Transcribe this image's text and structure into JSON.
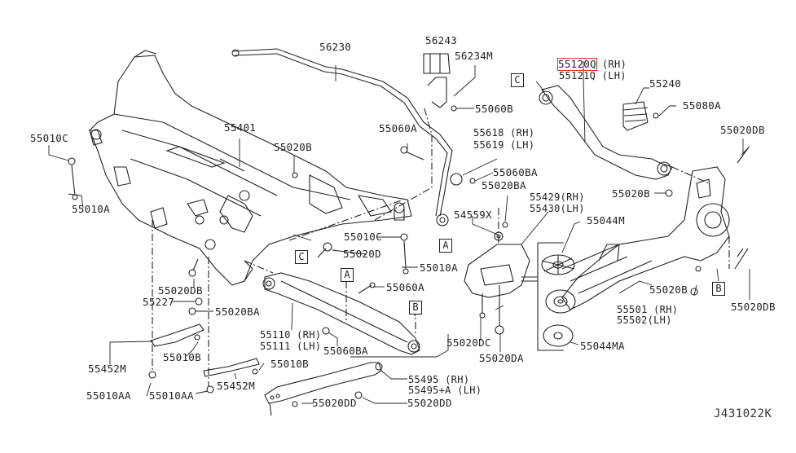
{
  "diagram": {
    "title": "Rear suspension parts diagram",
    "reference_code": "J431022K",
    "highlight_color": "#e03030",
    "line_color": "#222222",
    "callout_boxes": [
      {
        "id": "C-top",
        "letter": "C"
      },
      {
        "id": "A-mid",
        "letter": "A"
      },
      {
        "id": "C-mid",
        "letter": "C"
      },
      {
        "id": "A-low",
        "letter": "A"
      },
      {
        "id": "B-low",
        "letter": "B"
      },
      {
        "id": "B-right",
        "letter": "B"
      }
    ],
    "parts": {
      "p56230": "56230",
      "p56243": "56243",
      "p56234M": "56234M",
      "p55060B": "55060B",
      "p55060A_top": "55060A",
      "p55618": "55618 (RH)",
      "p55619": "55619 (LH)",
      "p55060BA_top": "55060BA",
      "p55020BA_top": "55020BA",
      "p54559X": "54559X",
      "p55429": "55429(RH)",
      "p55430": "55430(LH)",
      "p55044M": "55044M",
      "p55120Q": "55120Q",
      "p55120Q_side": "(RH)",
      "p55121Q": "55121Q (LH)",
      "p55240": "55240",
      "p55080A": "55080A",
      "p55020DB_right_top": "55020DB",
      "p55020B_right": "55020B",
      "p55010C_left": "55010C",
      "p55401": "55401",
      "p55020B_top": "55020B",
      "p55010A_left": "55010A",
      "p55010C_mid": "55010C",
      "p55020D": "55020D",
      "p55010A_mid": "55010A",
      "p55020DB_left": "55020DB",
      "p55227": "55227",
      "p55020BA_left": "55020BA",
      "p55060A_mid": "55060A",
      "p55110": "55110 (RH)",
      "p55111": "55111 (LH)",
      "p55060BA_mid": "55060BA",
      "p55020DC": "55020DC",
      "p55020DA": "55020DA",
      "p55044MA": "55044MA",
      "p55501": "55501 (RH)",
      "p55502": "55502(LH)",
      "p55020B_low": "55020B",
      "p55020DB_right_low": "55020DB",
      "p55452M_left": "55452M",
      "p55010B_left": "55010B",
      "p55010AA_a": "55010AA",
      "p55010AA_b": "55010AA",
      "p55452M_mid": "55452M",
      "p55010B_mid": "55010B",
      "p55495": "55495 (RH)",
      "p55495A": "55495+A (LH)",
      "p55020DD_a": "55020DD",
      "p55020DD_b": "55020DD"
    }
  }
}
